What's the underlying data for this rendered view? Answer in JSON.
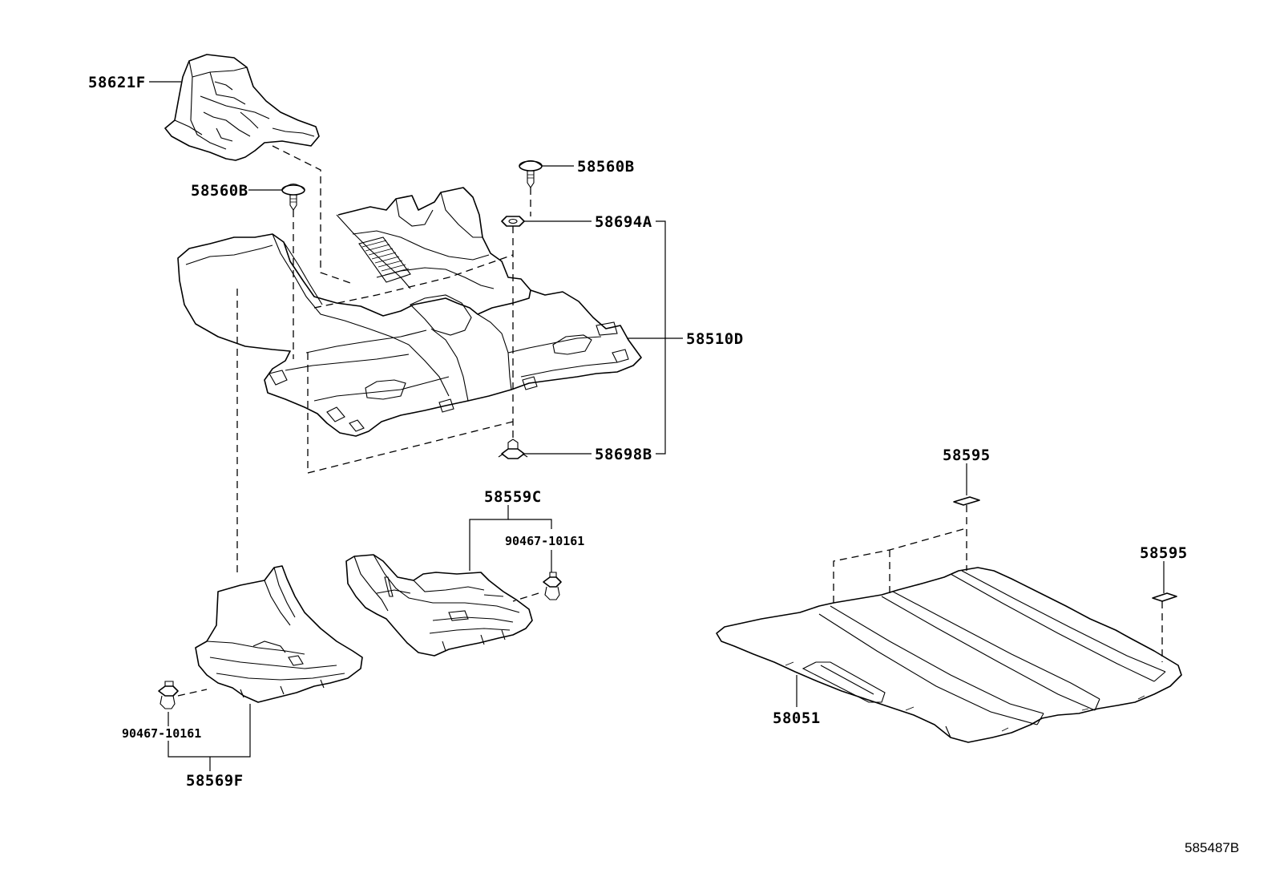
{
  "diagram_id": "585487B",
  "labels": {
    "p58621F": "58621F",
    "p58560B_left": "58560B",
    "p58560B_right": "58560B",
    "p58694A": "58694A",
    "p58510D": "58510D",
    "p58698B": "58698B",
    "p58559C": "58559C",
    "p90467_right": "90467-10161",
    "p90467_left": "90467-10161",
    "p58569F": "58569F",
    "p58595_top": "58595",
    "p58595_right": "58595",
    "p58051": "58051"
  }
}
